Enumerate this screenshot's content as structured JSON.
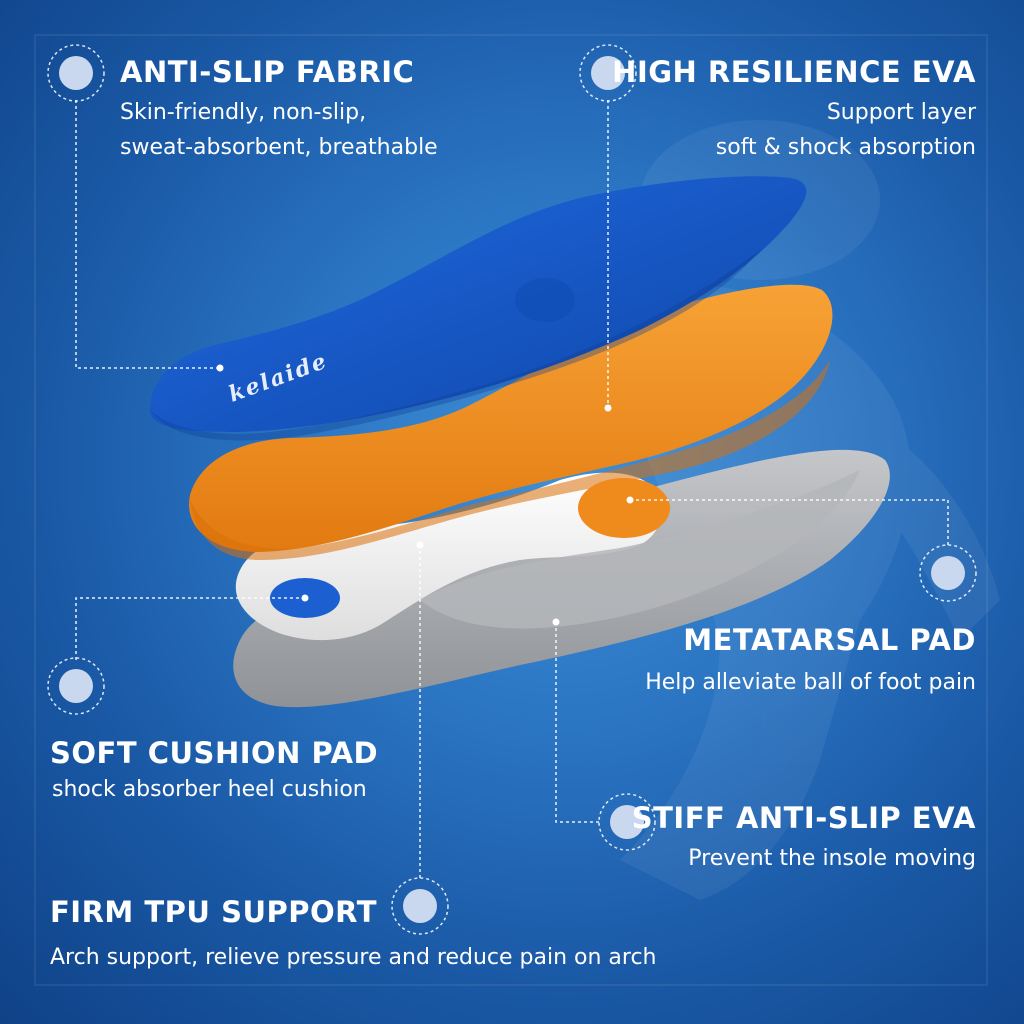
{
  "callouts": {
    "anti_slip_fabric": {
      "title": "ANTI-SLIP FABRIC",
      "lines": [
        "Skin-friendly, non-slip,",
        "sweat-absorbent, breathable"
      ]
    },
    "high_resilience_eva": {
      "title": "HIGH RESILIENCE EVA",
      "lines": [
        "Support layer",
        "soft & shock absorption"
      ]
    },
    "metatarsal_pad": {
      "title": "METATARSAL PAD",
      "lines": [
        "Help alleviate ball of foot pain"
      ]
    },
    "soft_cushion_pad": {
      "title": "SOFT CUSHION PAD",
      "lines": [
        "shock absorber heel cushion"
      ]
    },
    "stiff_anti_slip_eva": {
      "title": "STIFF ANTI-SLIP EVA",
      "lines": [
        "Prevent the insole moving"
      ]
    },
    "firm_tpu_support": {
      "title": "FIRM TPU SUPPORT",
      "lines": [
        "Arch support, relieve pressure and reduce pain on arch"
      ]
    }
  },
  "brand": "kelaide",
  "colors": {
    "fabric_layer": "#1b5fd0",
    "eva_layer": "#ef8a1c",
    "tpu_layer": "#f2f2f2",
    "base_layer": "#a7a9ad",
    "marker_circle": "#c9d8ef"
  }
}
